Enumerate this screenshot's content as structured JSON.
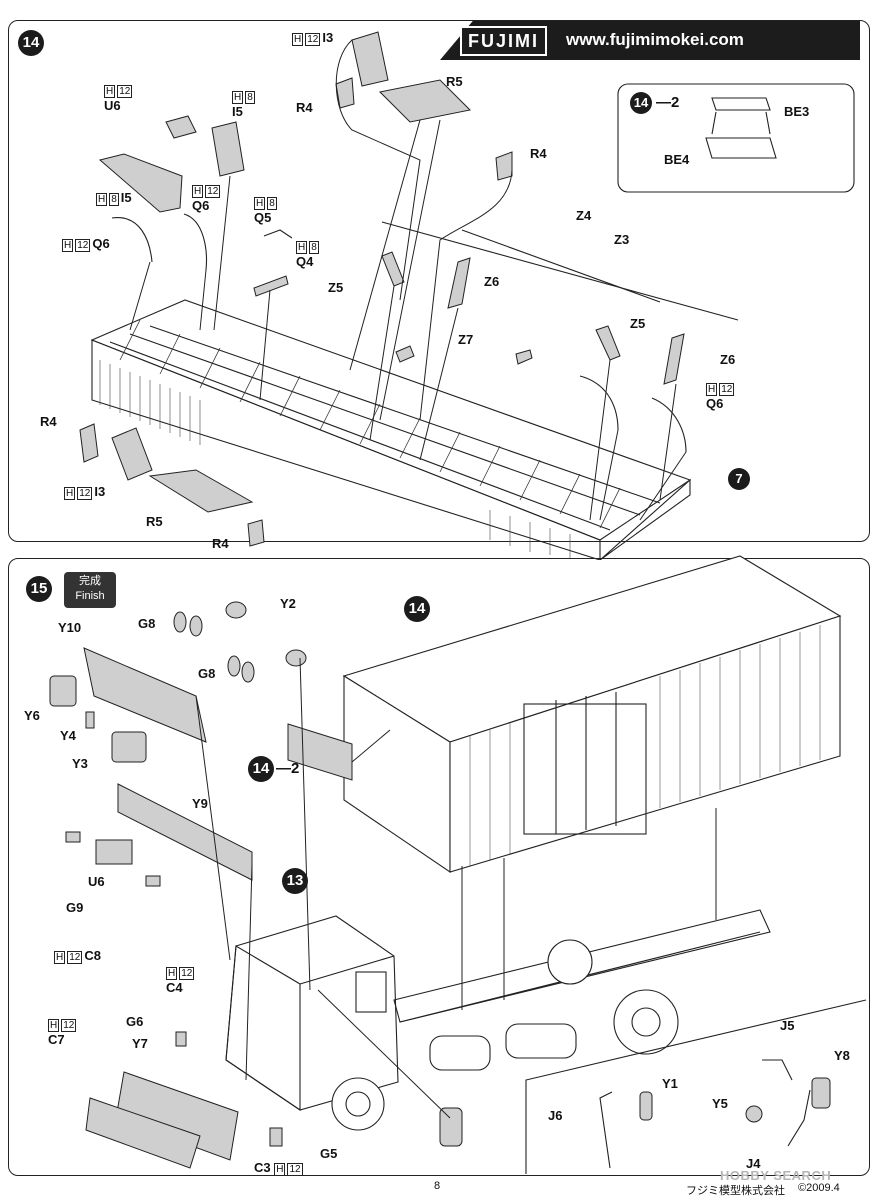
{
  "header": {
    "brand": "FUJIMI",
    "url": "www.fujimimokei.com"
  },
  "step14": {
    "number": "14",
    "labels": {
      "h_i3_top": "H",
      "h_i3_top_num": "12",
      "i3_top": "I3",
      "r5_top": "R5",
      "r4_top_left": "R4",
      "r4_top_right": "R4",
      "h_u6": "H",
      "h_u6_num": "12",
      "u6": "U6",
      "h_i5_top": "H",
      "h_i5_top_num": "8",
      "i5_top": "I5",
      "h_i5_mid": "H",
      "h_i5_mid_num": "8",
      "i5_mid": "I5",
      "h_q6_mid": "H",
      "h_q6_mid_num": "12",
      "q6_mid": "Q6",
      "h_q5": "H",
      "h_q5_num": "8",
      "q5": "Q5",
      "h_q4": "H",
      "h_q4_num": "8",
      "q4": "Q4",
      "h_q6_left": "H",
      "h_q6_left_num": "12",
      "q6_left": "Q6",
      "z4": "Z4",
      "z3": "Z3",
      "z5_left": "Z5",
      "z6_left": "Z6",
      "z7": "Z7",
      "z5_right": "Z5",
      "z6_right": "Z6",
      "h_q6_right": "H",
      "h_q6_right_num": "12",
      "q6_right": "Q6",
      "r4_bottom_left": "R4",
      "h_i3_bottom": "H",
      "h_i3_bottom_num": "12",
      "i3_bottom": "I3",
      "r5_bottom": "R5",
      "r4_bottom": "R4",
      "ref7": "7"
    },
    "substep": {
      "number": "14",
      "suffix": "—2",
      "be3": "BE3",
      "be4": "BE4"
    }
  },
  "step15": {
    "number": "15",
    "finish_jp": "完成",
    "finish_en": "Finish",
    "labels": {
      "ref14": "14",
      "ref14_2_num": "14",
      "ref14_2_suffix": "—2",
      "ref13": "13",
      "g8_top": "G8",
      "y2": "Y2",
      "g8_mid": "G8",
      "y10": "Y10",
      "y6": "Y6",
      "y4": "Y4",
      "y3": "Y3",
      "y9": "Y9",
      "u6": "U6",
      "g9": "G9",
      "h_c8": "H",
      "h_c8_num": "12",
      "c8": "C8",
      "h_c4": "H",
      "h_c4_num": "12",
      "c4": "C4",
      "h_c7": "H",
      "h_c7_num": "12",
      "c7": "C7",
      "g6": "G6",
      "y7": "Y7",
      "g5": "G5",
      "c3": "C3",
      "h_c3": "H",
      "h_c3_num": "12",
      "j5": "J5",
      "y8": "Y8",
      "y1": "Y1",
      "j6": "J6",
      "y5": "Y5",
      "j4": "J4"
    }
  },
  "footer": {
    "page": "8",
    "company": "フジミ模型株式会社",
    "copyright": "©2009.4"
  },
  "watermark": "HOBBY SEARCH"
}
